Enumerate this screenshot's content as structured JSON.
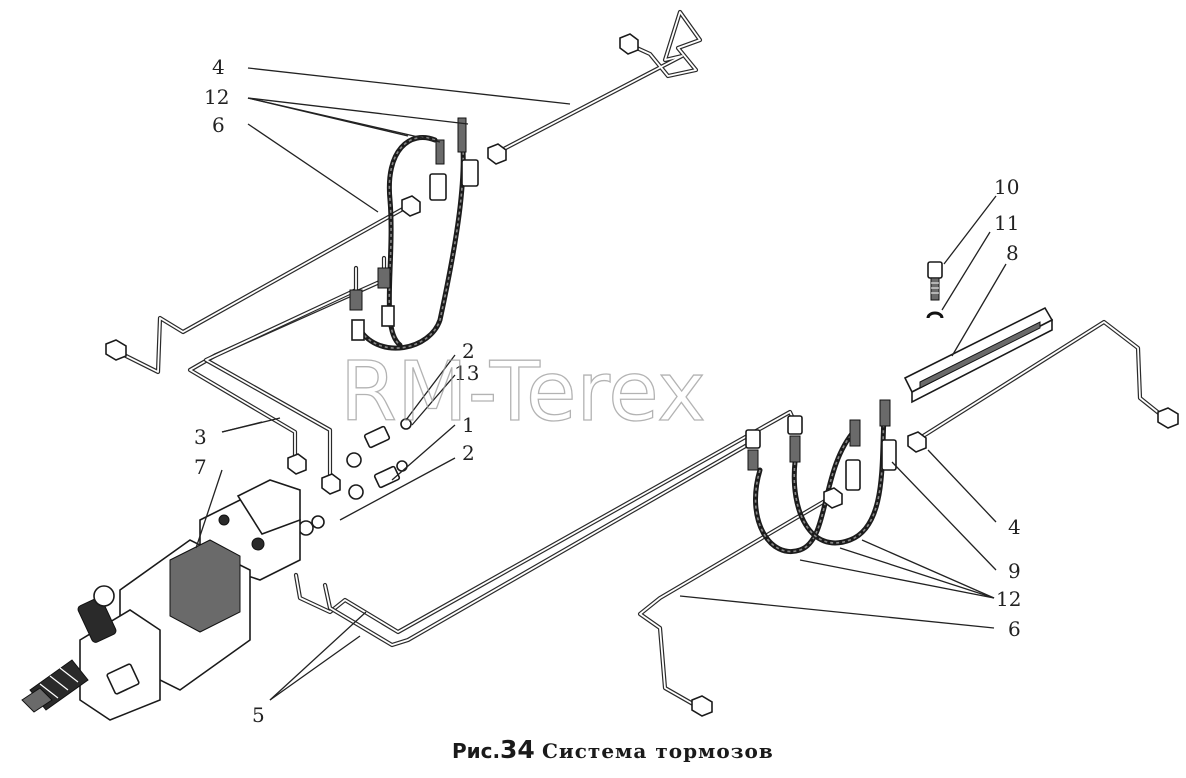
{
  "watermark": "RM-Terex",
  "caption": {
    "figure_label": "Рис.",
    "figure_number": "34",
    "title": "Система тормозов"
  },
  "callouts": {
    "top_left": [
      "4",
      "12",
      "6"
    ],
    "center": [
      "2",
      "13",
      "1",
      "2"
    ],
    "left": [
      "3",
      "7"
    ],
    "bottom": [
      "5"
    ],
    "right_top": [
      "10",
      "11",
      "8"
    ],
    "right": [
      "4",
      "9",
      "12",
      "6"
    ]
  }
}
